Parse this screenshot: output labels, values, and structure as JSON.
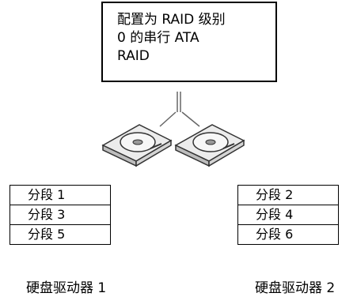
{
  "title_lines": [
    "配置为 RAID 级别",
    "0 的串行 ATA",
    "RAID"
  ],
  "drives": [
    {
      "label": "硬盘驱动器 1",
      "segments": [
        "分段 1",
        "分段 3",
        "分段 5"
      ]
    },
    {
      "label": "硬盘驱动器 2",
      "segments": [
        "分段 2",
        "分段 4",
        "分段 6"
      ]
    }
  ],
  "icon": "hard-drive-icon"
}
